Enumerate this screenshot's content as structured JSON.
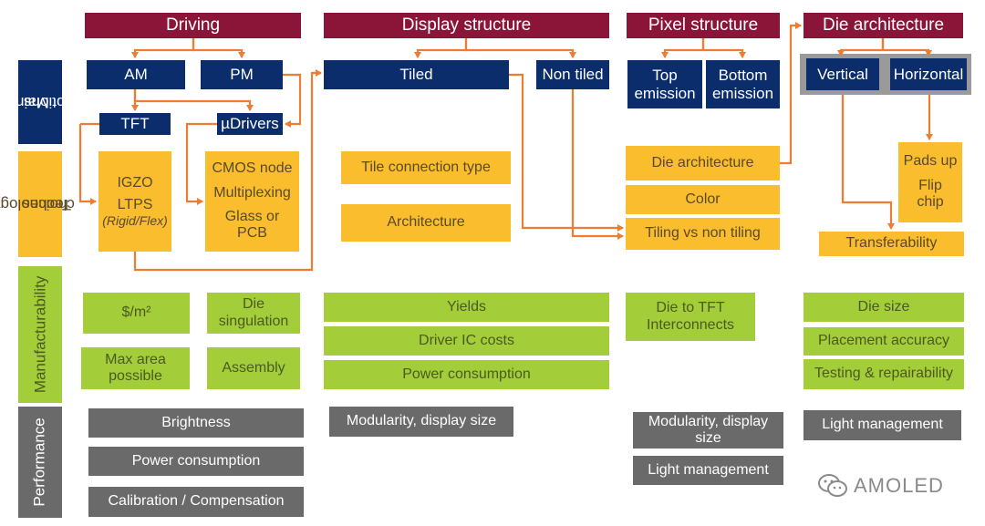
{
  "categories": {
    "driving": "Driving",
    "display_structure": "Display structure",
    "pixel_structure": "Pixel structure",
    "die_architecture": "Die architecture"
  },
  "row_labels": {
    "main_options": [
      "Main",
      "options"
    ],
    "technology_choices": [
      "Technology",
      "choices"
    ],
    "manufacturability": "Manufacturability",
    "performance": "Performance"
  },
  "main_options": {
    "am": "AM",
    "pm": "PM",
    "tft": "TFT",
    "udrivers": "µDrivers",
    "tiled": "Tiled",
    "non_tiled": "Non tiled",
    "top_emission": [
      "Top",
      "emission"
    ],
    "bottom_emission": [
      "Bottom",
      "emission"
    ],
    "vertical": "Vertical",
    "horizontal": "Horizontal"
  },
  "technology_choices": {
    "tft_materials": [
      "IGZO",
      "LTPS",
      "(Rigid/Flex)"
    ],
    "driver_options": [
      "CMOS node",
      "Multiplexing",
      "Glass or",
      "PCB"
    ],
    "tile_connection_type": "Tile connection type",
    "architecture": "Architecture",
    "die_architecture": "Die architecture",
    "color": "Color",
    "tiling_vs_non_tiling": "Tiling vs non tiling",
    "pads_flip": [
      "Pads up",
      "Flip",
      "chip"
    ],
    "transferability": "Transferability"
  },
  "manufacturability": {
    "cost_per_area": "$/m²",
    "die_singulation": [
      "Die",
      "singulation"
    ],
    "max_area": [
      "Max area",
      "possible"
    ],
    "assembly": "Assembly",
    "yields": "Yields",
    "driver_ic_costs": "Driver IC costs",
    "power_consumption": "Power consumption",
    "die_to_tft": [
      "Die to TFT",
      "Interconnects"
    ],
    "die_size": "Die size",
    "placement_accuracy": "Placement accuracy",
    "testing_repairability": "Testing & repairability"
  },
  "performance": {
    "brightness": "Brightness",
    "power_consumption": "Power consumption",
    "calibration": "Calibration / Compensation",
    "modularity_display_size_1": "Modularity, display size",
    "modularity_display_size_2": [
      "Modularity, display",
      "size"
    ],
    "light_management_pixel": "Light management",
    "light_management_die": "Light management"
  },
  "watermark": {
    "text": "AMOLED",
    "icon": "wechat-icon"
  },
  "colors": {
    "category": "#8a1538",
    "main_option": "#0b2d6b",
    "technology": "#f9bd2e",
    "manufacturability": "#a4cd3a",
    "performance": "#6a6a6a",
    "arrow": "#ee7d31"
  }
}
